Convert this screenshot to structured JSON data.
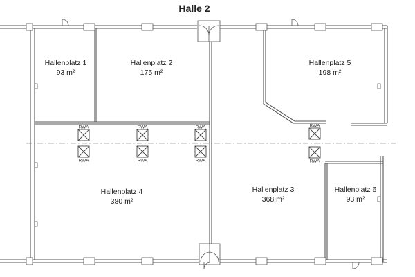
{
  "title": "Halle 2",
  "rooms": [
    {
      "name": "Hallenplatz 1",
      "area": "93 m²"
    },
    {
      "name": "Hallenplatz 2",
      "area": "175 m²"
    },
    {
      "name": "Hallenplatz 5",
      "area": "198 m²"
    },
    {
      "name": "Hallenplatz 4",
      "area": "380 m²"
    },
    {
      "name": "Hallenplatz 3",
      "area": "368 m²"
    },
    {
      "name": "Hallenplatz 6",
      "area": "93 m²"
    }
  ],
  "rwa_label": "RWA",
  "colors": {
    "wall": "#555555",
    "text": "#222222",
    "dash": "#9a9a9a",
    "background": "#ffffff"
  },
  "icons": [
    "rwa-smoke-vent-icon",
    "door-swing-icon",
    "double-door-icon"
  ]
}
